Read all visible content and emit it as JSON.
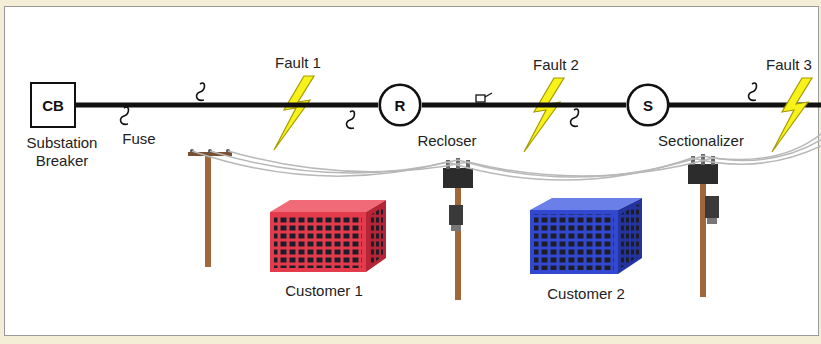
{
  "diagram": {
    "nodes": [
      {
        "text": [
          "CB"
        ]
      },
      {
        "text": [
          "R"
        ]
      },
      {
        "text": [
          "S"
        ]
      }
    ],
    "edges": [
      {
        "from": 0,
        "to": 1,
        "arrow": "none"
      },
      {
        "from": 1,
        "to": 2,
        "arrow": "none"
      }
    ],
    "labels": [
      "Substation Breaker",
      "Fuse",
      "Fault 1",
      "Recloser",
      "Fault 2",
      "Sectionalizer",
      "Fault 3",
      "Customer 1",
      "Customer 2"
    ]
  }
}
